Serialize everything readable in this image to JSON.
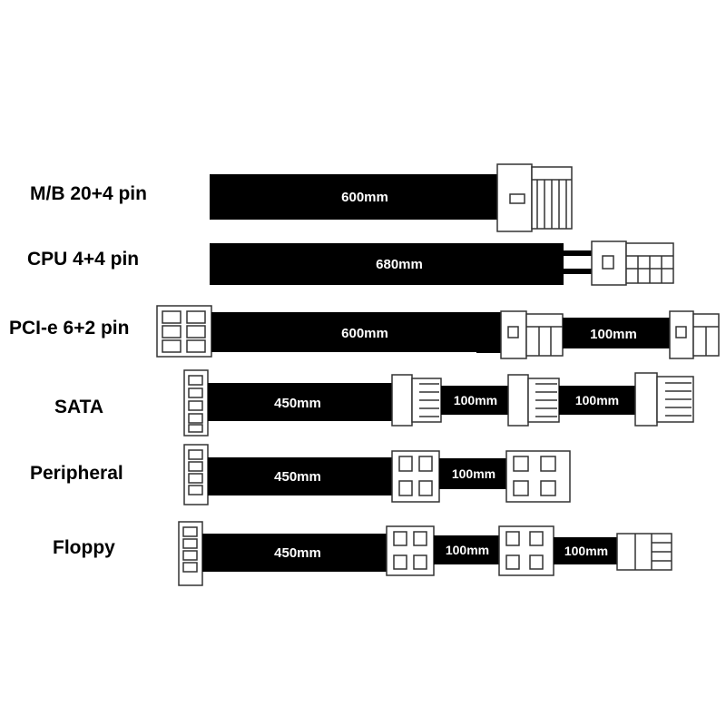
{
  "cables": [
    {
      "name": "M/B 20+4 pin",
      "segments": [
        "600mm"
      ]
    },
    {
      "name": "CPU 4+4 pin",
      "segments": [
        "680mm"
      ]
    },
    {
      "name": "PCI-e 6+2 pin",
      "segments": [
        "600mm",
        "100mm"
      ]
    },
    {
      "name": "SATA",
      "segments": [
        "450mm",
        "100mm",
        "100mm"
      ]
    },
    {
      "name": "Peripheral",
      "segments": [
        "450mm",
        "100mm"
      ]
    },
    {
      "name": "Floppy",
      "segments": [
        "450mm",
        "100mm",
        "100mm"
      ]
    }
  ],
  "colors": {
    "cable": "#000000",
    "connector_fill": "#ffffff",
    "connector_stroke": "#333333",
    "text": "#ffffff"
  }
}
